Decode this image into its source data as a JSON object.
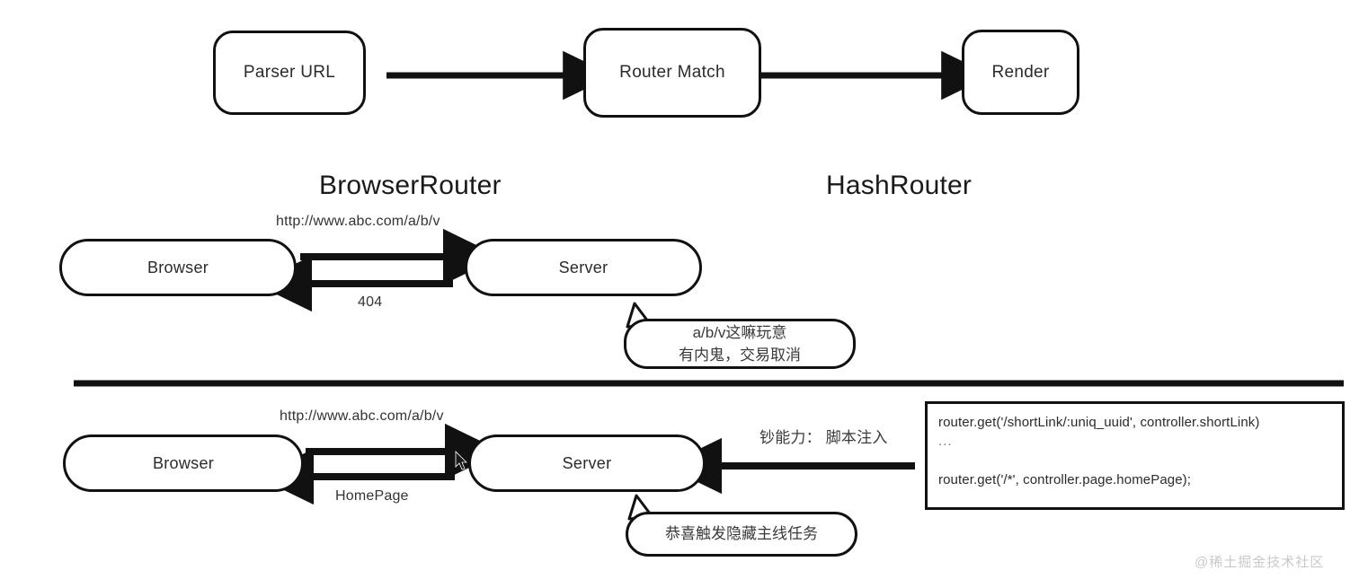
{
  "flow_top": {
    "nodes": [
      {
        "label": "Parser URL"
      },
      {
        "label": "Router Match"
      },
      {
        "label": "Render"
      }
    ]
  },
  "sections": [
    {
      "title": "BrowserRouter"
    },
    {
      "title": "HashRouter"
    }
  ],
  "middle": {
    "browser_label": "Browser",
    "server_label": "Server",
    "request_label": "http://www.abc.com/a/b/v",
    "response_label": "404",
    "bubble": {
      "line1": "a/b/v这嘛玩意",
      "line2": "有内鬼，交易取消"
    }
  },
  "bottom": {
    "browser_label": "Browser",
    "server_label": "Server",
    "request_label": "http://www.abc.com/a/b/v",
    "response_label": "HomePage",
    "inject_label": "钞能力： 脚本注入",
    "bubble": {
      "line1": "恭喜触发隐藏主线任务"
    },
    "code": {
      "line1": "router.get('/shortLink/:uniq_uuid', controller.shortLink)",
      "line2": "...",
      "line3": "router.get('/*', controller.page.homePage);"
    }
  },
  "watermark": "@稀土掘金技术社区",
  "colors": {
    "stroke": "#111111",
    "text": "#2b2b2b",
    "background": "#ffffff",
    "watermark": "#c9c9c9"
  }
}
